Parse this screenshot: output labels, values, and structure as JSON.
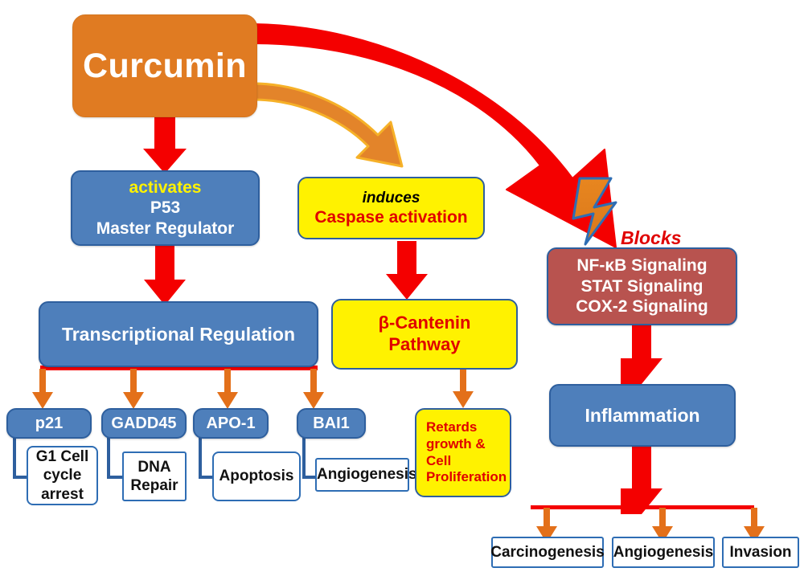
{
  "diagram": {
    "title": "Curcumin anticancer signaling pathway",
    "colors": {
      "orange": "#E07B22",
      "blue": "#4E7FBB",
      "yellow": "#FFF200",
      "brick": "#B8534F",
      "red_arrow": "#F40000",
      "orange_arrow": "#E3701A",
      "border_blue": "#2E5F9E",
      "text_yellow": "#FFF200",
      "text_red": "#E00000"
    }
  },
  "nodes": {
    "curcumin": {
      "label": "Curcumin"
    },
    "p53": {
      "verb": "activates",
      "line1": "P53",
      "line2": "Master Regulator"
    },
    "caspase": {
      "verb": "induces",
      "line1": "Caspase activation"
    },
    "blocks_label": "Blocks",
    "signaling": {
      "line1": "NF-κB Signaling",
      "line2": "STAT Signaling",
      "line3": "COX-2 Signaling"
    },
    "transcriptional": {
      "label": "Transcriptional Regulation"
    },
    "catenin": {
      "line1": "β-Cantenin",
      "line2": "Pathway"
    },
    "inflammation": {
      "label": "Inflammation"
    },
    "retards": {
      "line1": "Retards",
      "line2": "growth &",
      "line3": "Cell",
      "line4": "Proliferation"
    }
  },
  "gene_targets": [
    {
      "gene": "p21",
      "effect_lines": [
        "G1 Cell",
        "cycle",
        "arrest"
      ]
    },
    {
      "gene": "GADD45",
      "effect_lines": [
        "DNA",
        "Repair"
      ]
    },
    {
      "gene": "APO-1",
      "effect_lines": [
        "Apoptosis"
      ]
    },
    {
      "gene": "BAI1",
      "effect_lines": [
        "Angiogenesis"
      ]
    }
  ],
  "outcomes": [
    {
      "label": "Carcinogenesis"
    },
    {
      "label": "Angiogenesis"
    },
    {
      "label": "Invasion"
    }
  ],
  "connectors": {
    "curcumin_to_p53": "red-down-arrow",
    "curcumin_to_caspase": "orange-curved-arrow",
    "curcumin_to_signaling": "red-curved-arrow-with-lightning-bolt",
    "p53_to_transcriptional": "red-down-arrow",
    "caspase_to_catenin": "red-down-arrow",
    "catenin_to_retards": "orange-down-arrow",
    "signaling_to_inflammation": "red-down-arrow",
    "inflammation_to_outcomes": "red-down-arrow-with-branch-bar",
    "transcriptional_to_genes": "red-bar-with-four-orange-arrows",
    "gene_to_effect": "blue-elbow-connector"
  }
}
